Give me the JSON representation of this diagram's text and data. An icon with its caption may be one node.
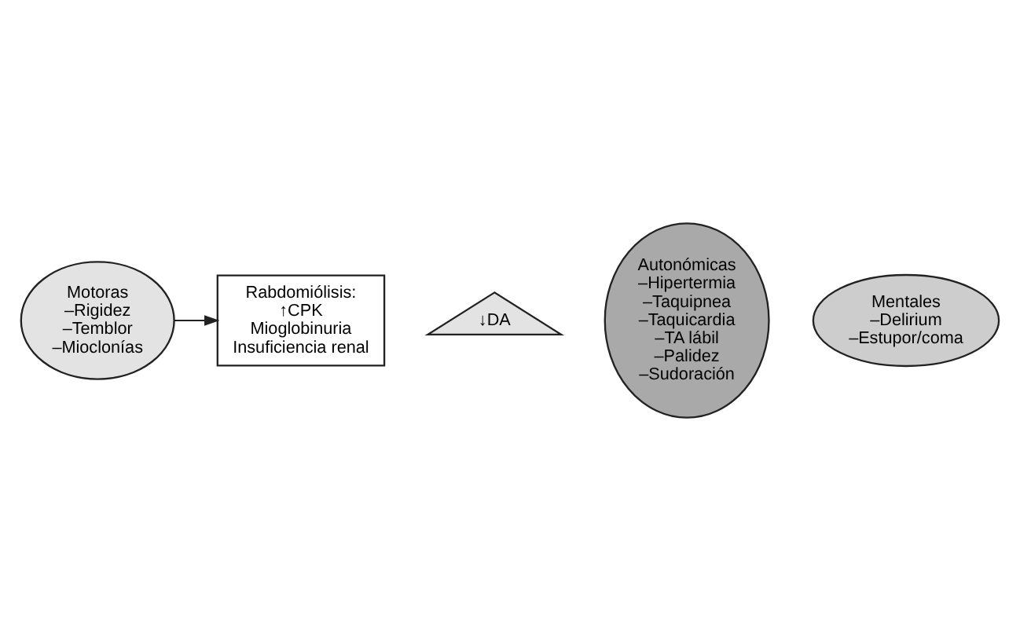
{
  "diagram": {
    "nodes": [
      {
        "text": [
          "Motoras",
          "–Rigidez",
          "–Temblor",
          "–Mioclonías"
        ]
      },
      {
        "text": [
          "Rabdomiólisis:",
          "↑CPK",
          "Mioglobinuria",
          "Insuficiencia renal"
        ]
      },
      {
        "text": [
          "↓DA"
        ]
      },
      {
        "text": [
          "Autonómicas",
          "–Hipertermia",
          "–Taquipnea",
          "–Taquicardia",
          "–TA lábil",
          "–Palidez",
          "–Sudoración"
        ]
      },
      {
        "text": [
          "Mentales",
          "–Delirium",
          "–Estupor/coma"
        ]
      }
    ],
    "edges": [
      {
        "from": 0,
        "to": 1,
        "arrow": "to"
      }
    ]
  }
}
